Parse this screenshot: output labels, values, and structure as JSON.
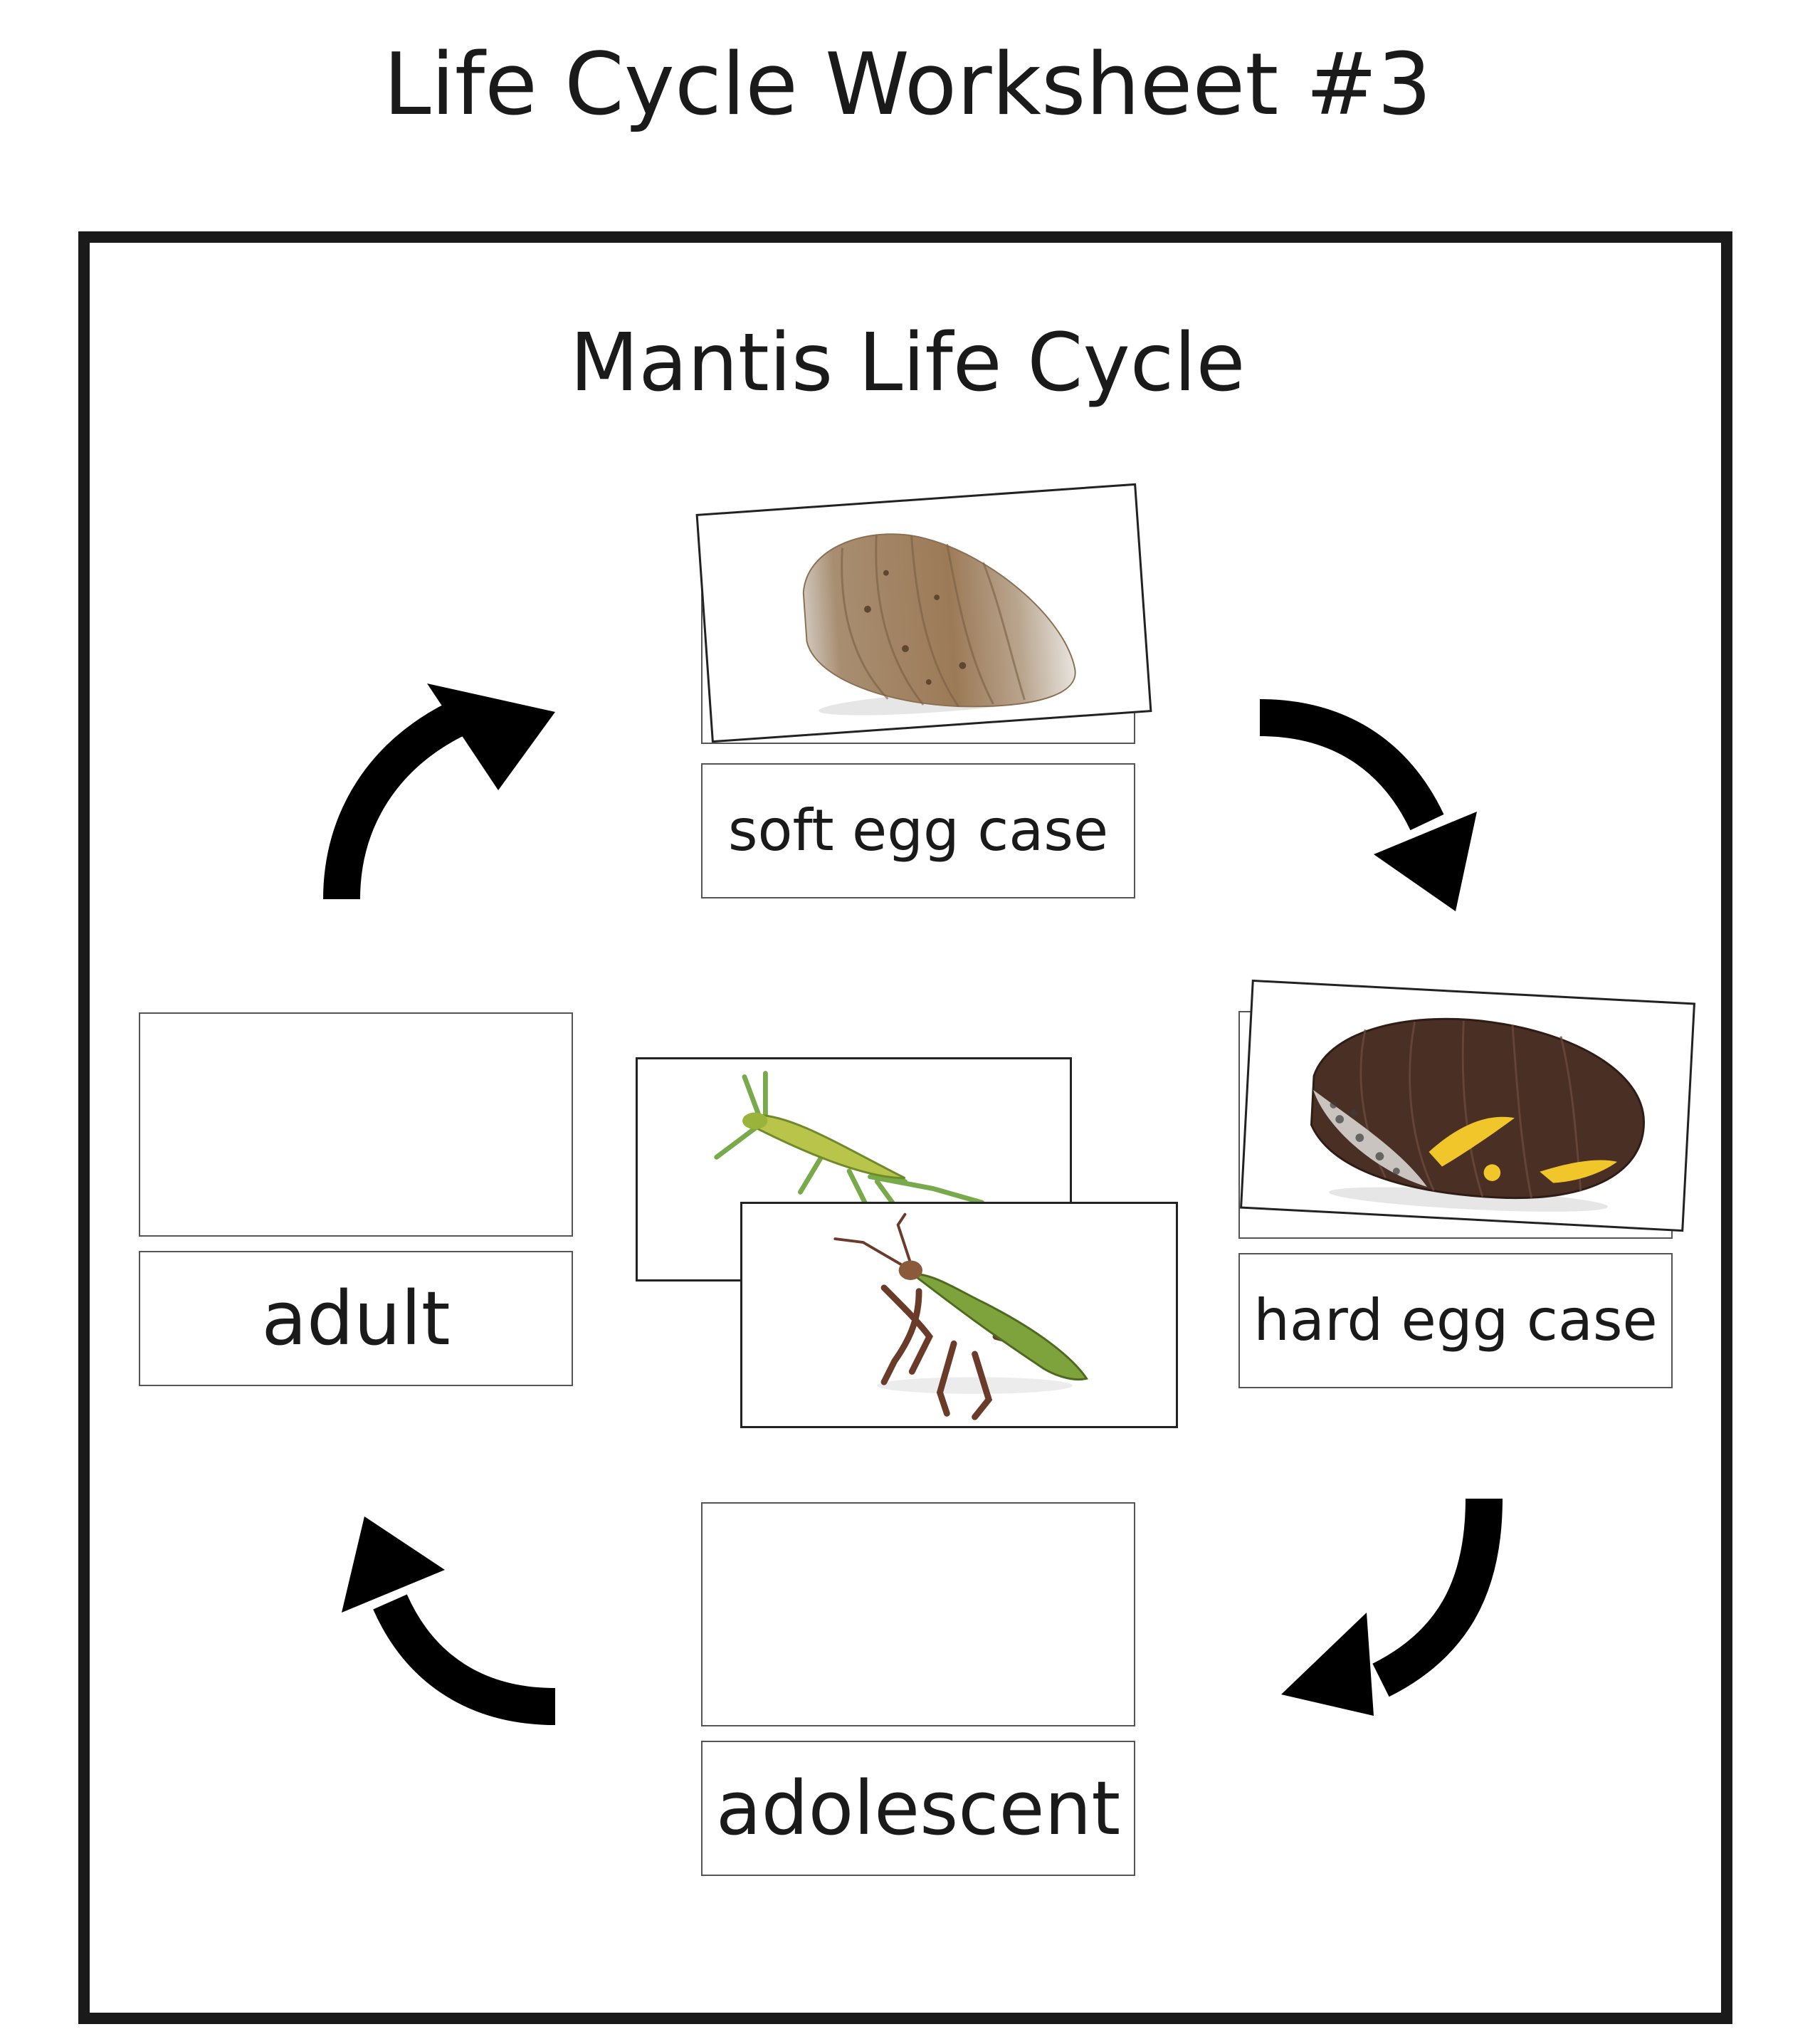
{
  "page_title": "Life Cycle Worksheet #3",
  "diagram_title": "Mantis Life Cycle",
  "stages": {
    "top": "soft egg case",
    "right": "hard egg case",
    "bottom": "adolescent",
    "left": "adult"
  },
  "colors": {
    "ink": "#1a1a1a",
    "arrow": "#000000"
  },
  "icons": {
    "soft_egg_case": "soft-egg-case-illustration",
    "hard_egg_case": "hard-egg-case-illustration",
    "nymph": "mantis-nymph-illustration",
    "adult": "adult-mantis-illustration",
    "arrows": "cycle-arrow-icon"
  }
}
